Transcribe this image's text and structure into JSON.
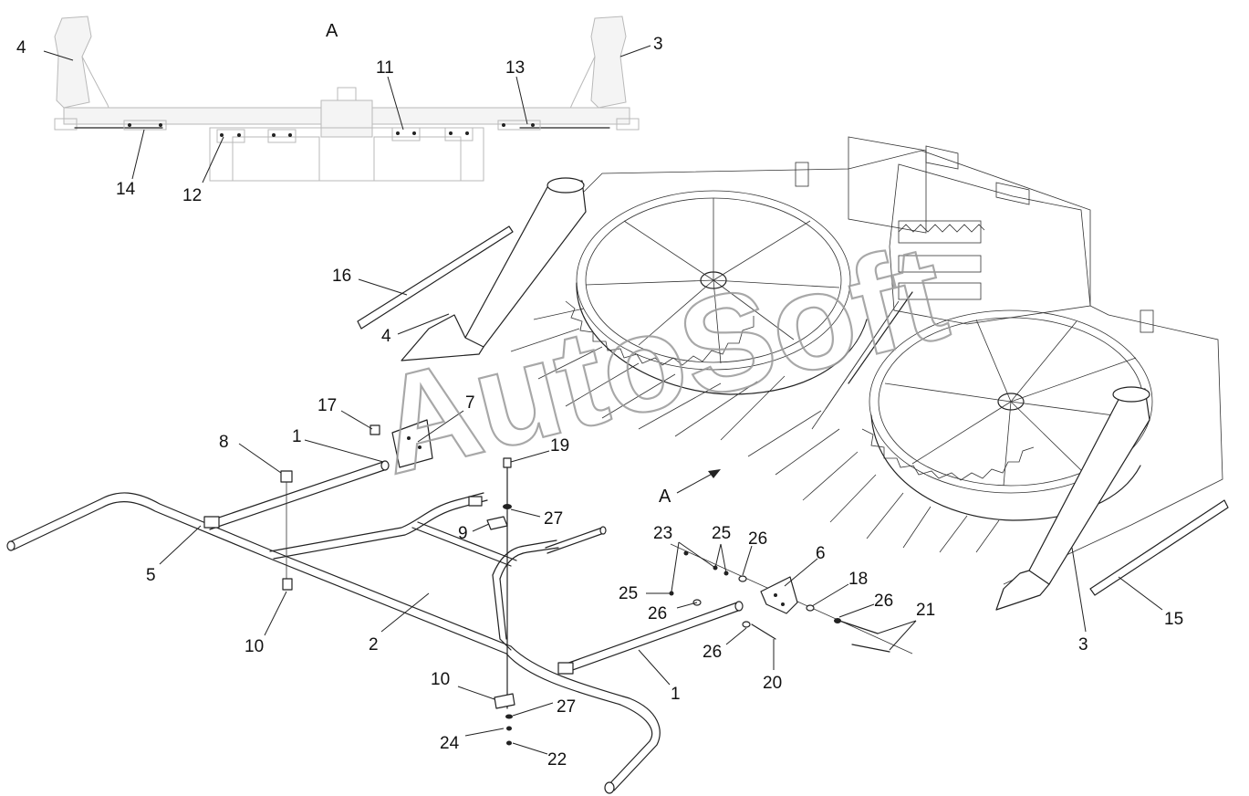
{
  "watermark": "AutoSoft",
  "view_label_top": "A",
  "view_arrow_label": "A",
  "callouts": [
    {
      "id": "c4-top",
      "text": "4"
    },
    {
      "id": "c3-top",
      "text": "3"
    },
    {
      "id": "c11",
      "text": "11"
    },
    {
      "id": "c13",
      "text": "13"
    },
    {
      "id": "c14",
      "text": "14"
    },
    {
      "id": "c12",
      "text": "12"
    },
    {
      "id": "c16",
      "text": "16"
    },
    {
      "id": "c4",
      "text": "4"
    },
    {
      "id": "c17",
      "text": "17"
    },
    {
      "id": "c7",
      "text": "7"
    },
    {
      "id": "c8",
      "text": "8"
    },
    {
      "id": "c1-upper",
      "text": "1"
    },
    {
      "id": "c19",
      "text": "19"
    },
    {
      "id": "c27-upper",
      "text": "27"
    },
    {
      "id": "c9",
      "text": "9"
    },
    {
      "id": "c5",
      "text": "5"
    },
    {
      "id": "c10-left",
      "text": "10"
    },
    {
      "id": "c2",
      "text": "2"
    },
    {
      "id": "c23",
      "text": "23"
    },
    {
      "id": "c25-upper",
      "text": "25"
    },
    {
      "id": "c26-upper",
      "text": "26"
    },
    {
      "id": "c6",
      "text": "6"
    },
    {
      "id": "c25-lower",
      "text": "25"
    },
    {
      "id": "c26-mid",
      "text": "26"
    },
    {
      "id": "c18",
      "text": "18"
    },
    {
      "id": "c26-right",
      "text": "26"
    },
    {
      "id": "c21",
      "text": "21"
    },
    {
      "id": "c26-lower",
      "text": "26"
    },
    {
      "id": "c20",
      "text": "20"
    },
    {
      "id": "c1-lower",
      "text": "1"
    },
    {
      "id": "c10-lower",
      "text": "10"
    },
    {
      "id": "c27-lower",
      "text": "27"
    },
    {
      "id": "c24",
      "text": "24"
    },
    {
      "id": "c22",
      "text": "22"
    },
    {
      "id": "c15",
      "text": "15"
    },
    {
      "id": "c3",
      "text": "3"
    }
  ]
}
